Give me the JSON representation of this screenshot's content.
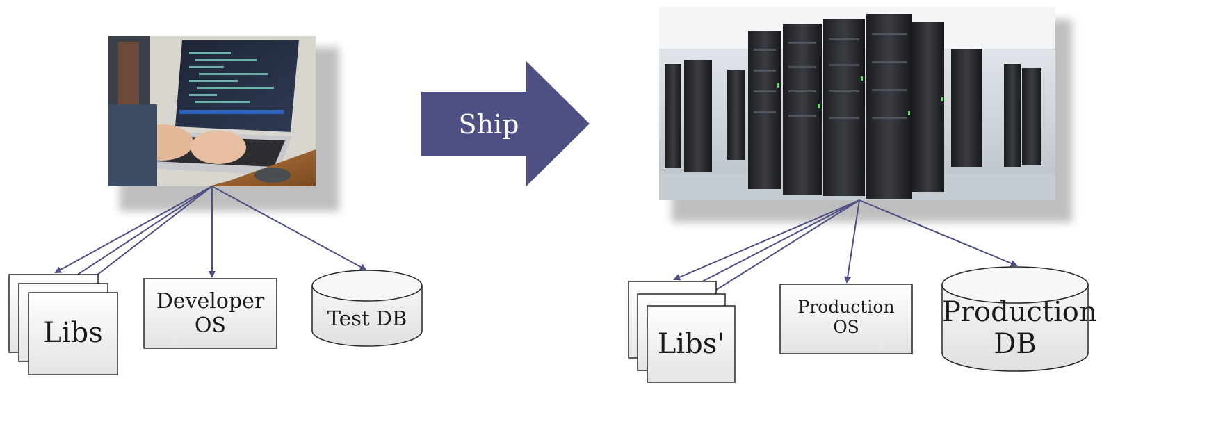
{
  "left_stack": {
    "libs_label": "Libs",
    "os_label": "Developer OS",
    "db_label": "Test DB"
  },
  "ship_arrow": {
    "label": "Ship",
    "color": "#4e4f82"
  },
  "right_stack": {
    "libs_label": "Libs'",
    "os_label": "Production OS",
    "db_label": "Production DB"
  },
  "colors": {
    "connector": "#4e4f82",
    "box_stroke": "#262626",
    "box_fill_top": "#ffffff",
    "box_fill_bottom": "#e4e4e4",
    "label_text": "#1a1a1a",
    "ship_text": "#ffffff"
  },
  "images": {
    "developer_photo": "laptop-coding-photo",
    "server_photo": "server-racks-photo"
  }
}
